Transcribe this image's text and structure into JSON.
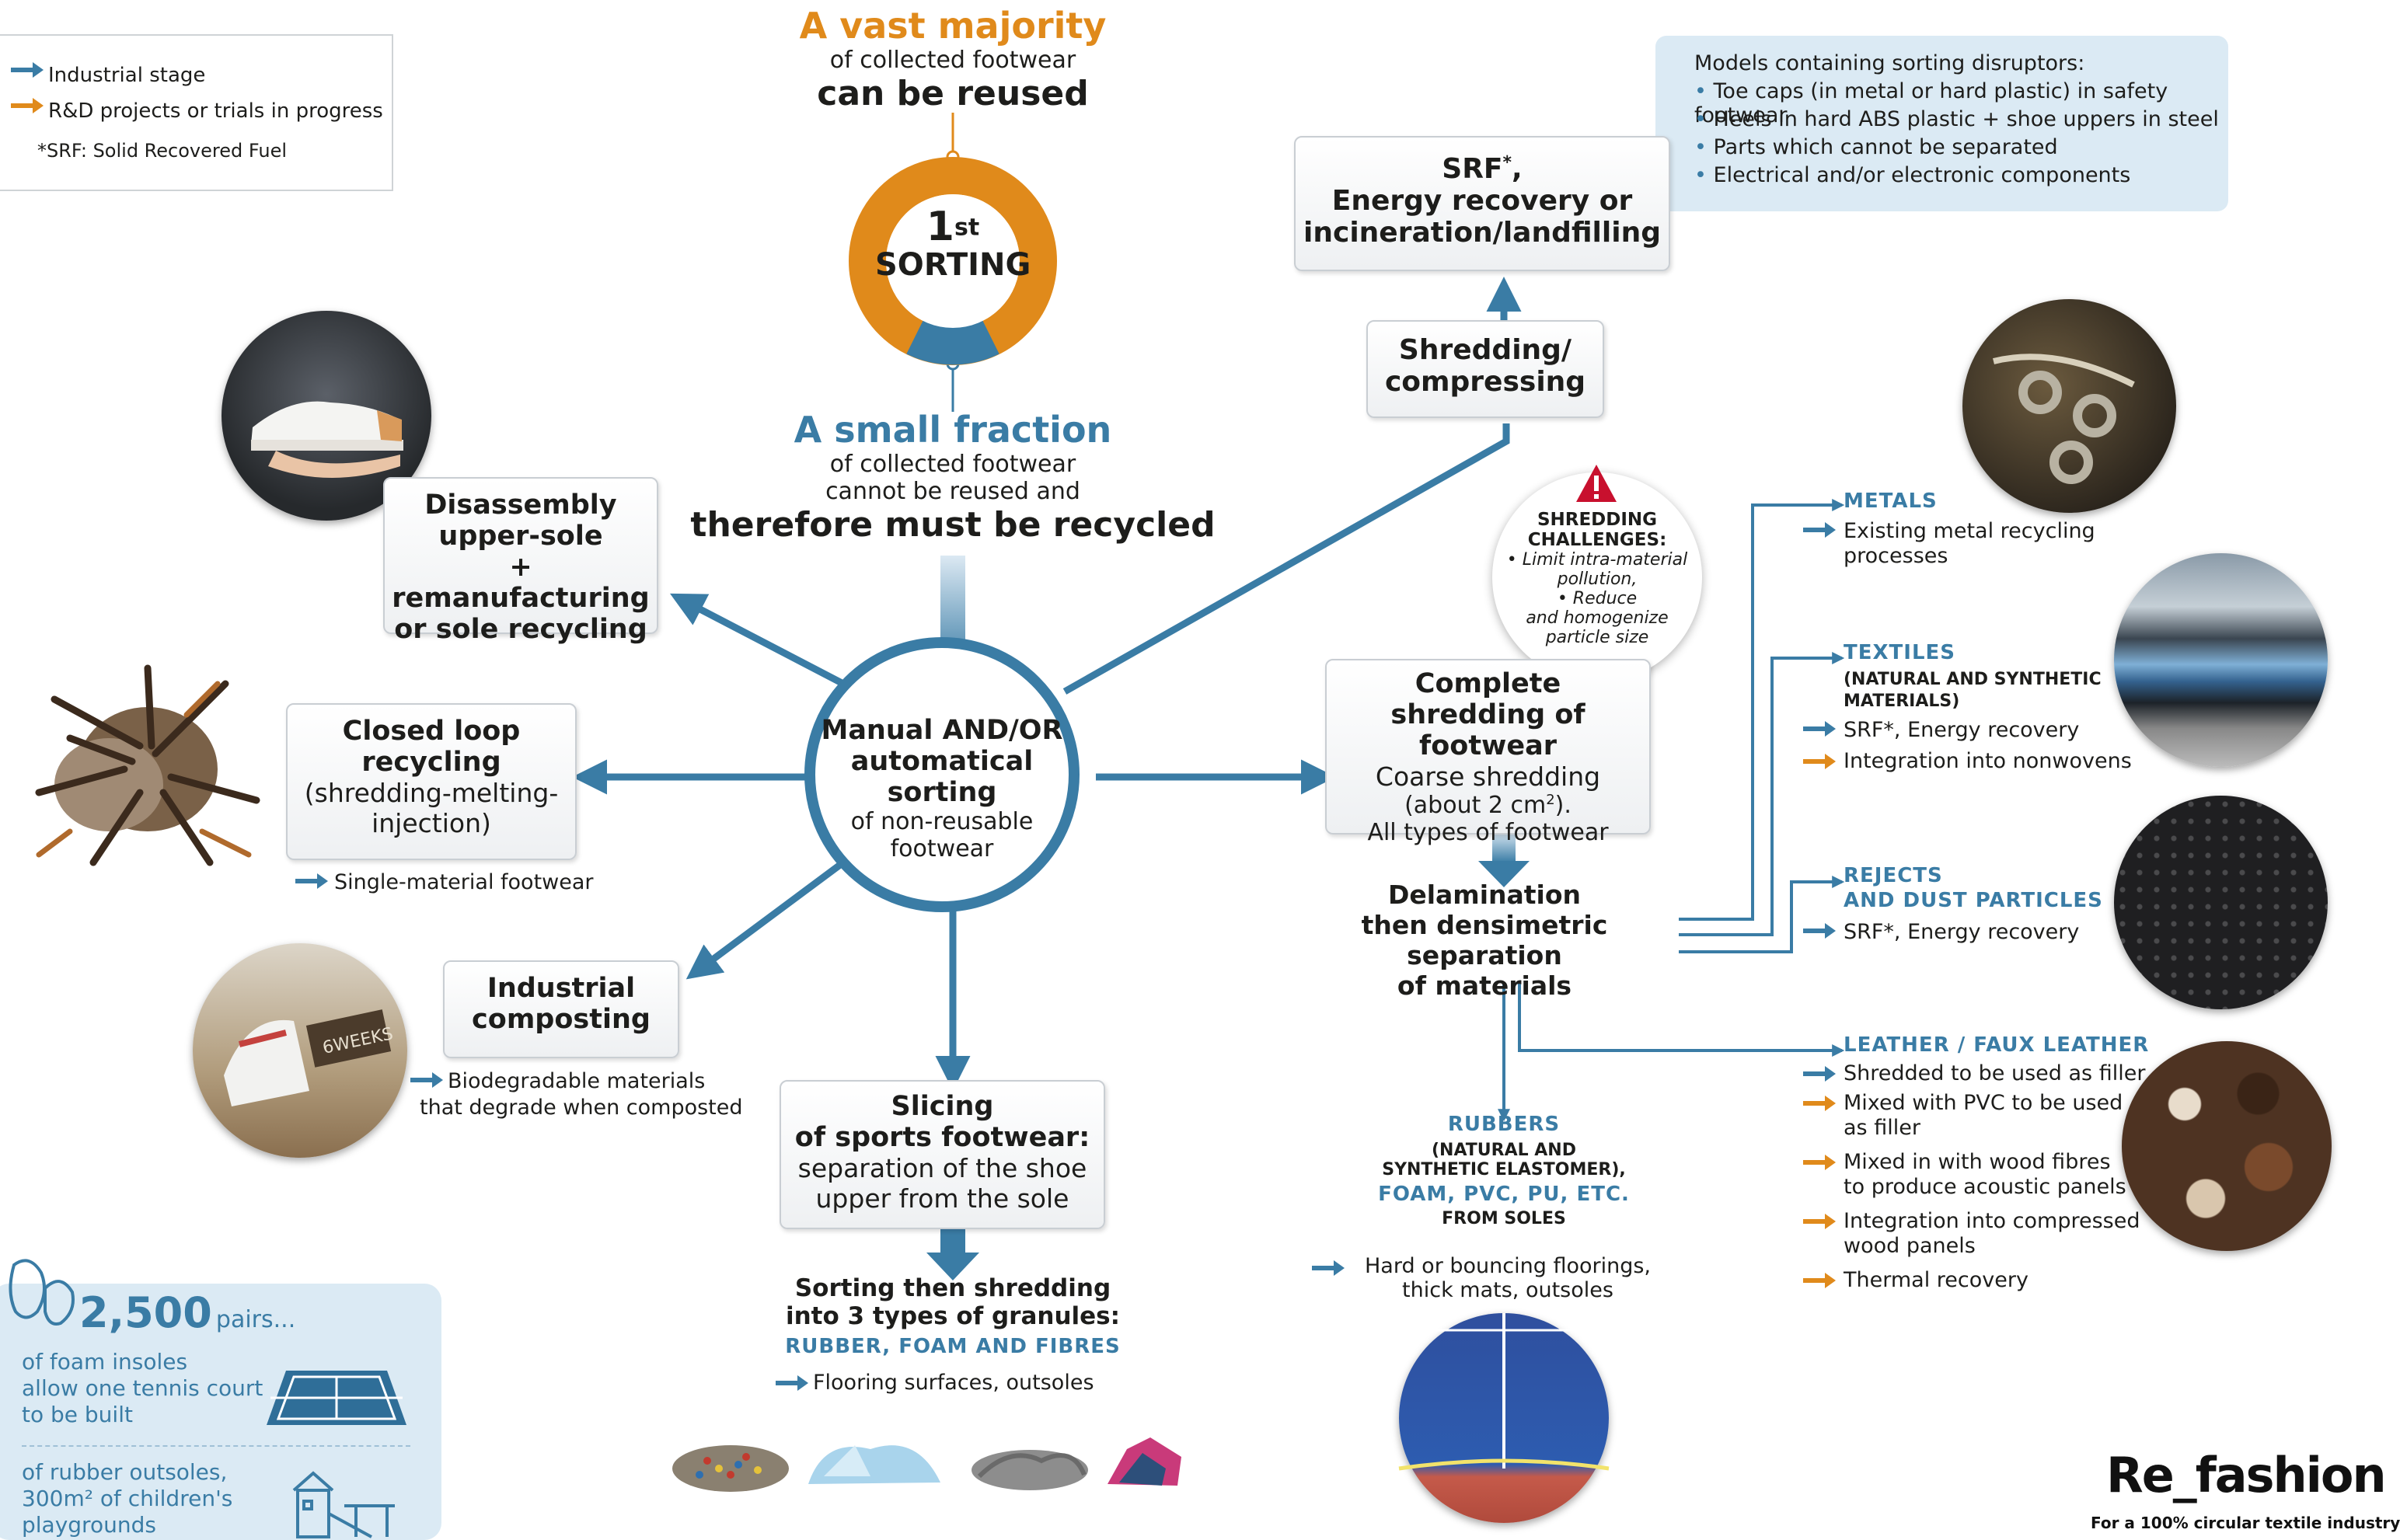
{
  "legend": {
    "industrial": "Industrial stage",
    "rnd": "R&D projects or trials in progress",
    "srf_note": "*SRF: Solid Recovered Fuel",
    "colors": {
      "industrial": "#3a7ca5",
      "rnd": "#e08a1b"
    }
  },
  "top": {
    "vast": "A vast majority",
    "collected": "of collected footwear",
    "reused": "can be reused",
    "sorting_num": "1",
    "sorting_sup": "st",
    "sorting_word": "SORTING",
    "fraction": "A small fraction",
    "frac_l1": "of collected footwear",
    "frac_l2": "cannot be reused and",
    "recycled": "therefore must be recycled"
  },
  "disruptors": {
    "title": "Models containing sorting disruptors:",
    "items": [
      "Toe caps (in metal or hard plastic) in safety footwear",
      "Heels in hard ABS plastic + shoe uppers in steel",
      "Parts which cannot be separated",
      "Electrical and/or electronic components"
    ]
  },
  "srf_box": {
    "l1": "SRF",
    "sup": "*",
    "l1b": ",",
    "l2": "Energy recovery or",
    "l3": "incineration/landfilling"
  },
  "shredding_box": {
    "l1": "Shredding/",
    "l2": "compressing"
  },
  "center": {
    "l1": "Manual AND/OR",
    "l2": "automatical",
    "l3": "sorting",
    "l4": "of non-reusable",
    "l5": "footwear"
  },
  "disassembly": {
    "l1": "Disassembly",
    "l2": "upper-sole",
    "l3": "+ remanufacturing",
    "l4": "or sole recycling"
  },
  "closed_loop": {
    "l1": "Closed loop",
    "l2": "recycling",
    "l3": "(shredding-melting-",
    "l4": "injection)",
    "note": "Single-material footwear"
  },
  "composting": {
    "l1": "Industrial",
    "l2": "composting",
    "note1": "Biodegradable materials",
    "note2": "that degrade when composted"
  },
  "slicing": {
    "l1": "Slicing",
    "l2": "of sports footwear:",
    "l3": "separation of the shoe",
    "l4": "upper from the sole"
  },
  "granules": {
    "l1": "Sorting then shredding",
    "l2": "into 3 types of granules:",
    "types": "RUBBER, FOAM AND FIBRES",
    "use": "Flooring surfaces, outsoles"
  },
  "challenges": {
    "title1": "SHREDDING",
    "title2": "CHALLENGES:",
    "b1a": "• Limit intra-material",
    "b1b": "pollution,",
    "b2a": "• Reduce",
    "b2b": "and homogenize",
    "b2c": "particle size"
  },
  "complete": {
    "l1": "Complete",
    "l2": "shredding of footwear",
    "l3": "Coarse shredding",
    "l4": "(about 2 cm",
    "l4sup": "2",
    "l4b": ").",
    "l5": "All types of footwear"
  },
  "delamination": {
    "l1": "Delamination",
    "l2": "then densimetric separation",
    "l3": "of materials"
  },
  "metals": {
    "title": "METALS",
    "i1a": "Existing metal recycling",
    "i1b": "processes"
  },
  "textiles": {
    "title": "TEXTILES",
    "sub1": "(NATURAL AND SYNTHETIC",
    "sub2": "MATERIALS)",
    "i1": "SRF*, Energy recovery",
    "i2": "Integration into nonwovens"
  },
  "rejects": {
    "t1": "REJECTS",
    "t2": "AND DUST PARTICLES",
    "i1": "SRF*, Energy recovery"
  },
  "leather": {
    "title": "LEATHER / FAUX LEATHER",
    "items": [
      {
        "a": "Shredded to be used as filler",
        "b": ""
      },
      {
        "a": "Mixed with PVC to be used",
        "b": "as filler"
      },
      {
        "a": "Mixed in with wood fibres",
        "b": "to produce acoustic panels"
      },
      {
        "a": "Integration into compressed",
        "b": "wood panels"
      },
      {
        "a": "Thermal recovery",
        "b": ""
      }
    ]
  },
  "rubbers": {
    "t1": "RUBBERS",
    "t2": "(NATURAL AND",
    "t3": "SYNTHETIC ELASTOMER),",
    "t4": "FOAM, PVC, PU, ETC.",
    "t5": "FROM SOLES",
    "u1": "Hard or bouncing floorings,",
    "u2": "thick mats, outsoles"
  },
  "stats": {
    "num": "2,500",
    "pairs": "pairs...",
    "s1a": "of foam insoles",
    "s1b": "allow one tennis court",
    "s1c": "to be built",
    "s2a": "of rubber outsoles,",
    "s2b": "300m² of children's",
    "s2c": "playgrounds"
  },
  "brand": {
    "name": "Re_fashion",
    "tagline": "For a 100% circular textile industry"
  }
}
